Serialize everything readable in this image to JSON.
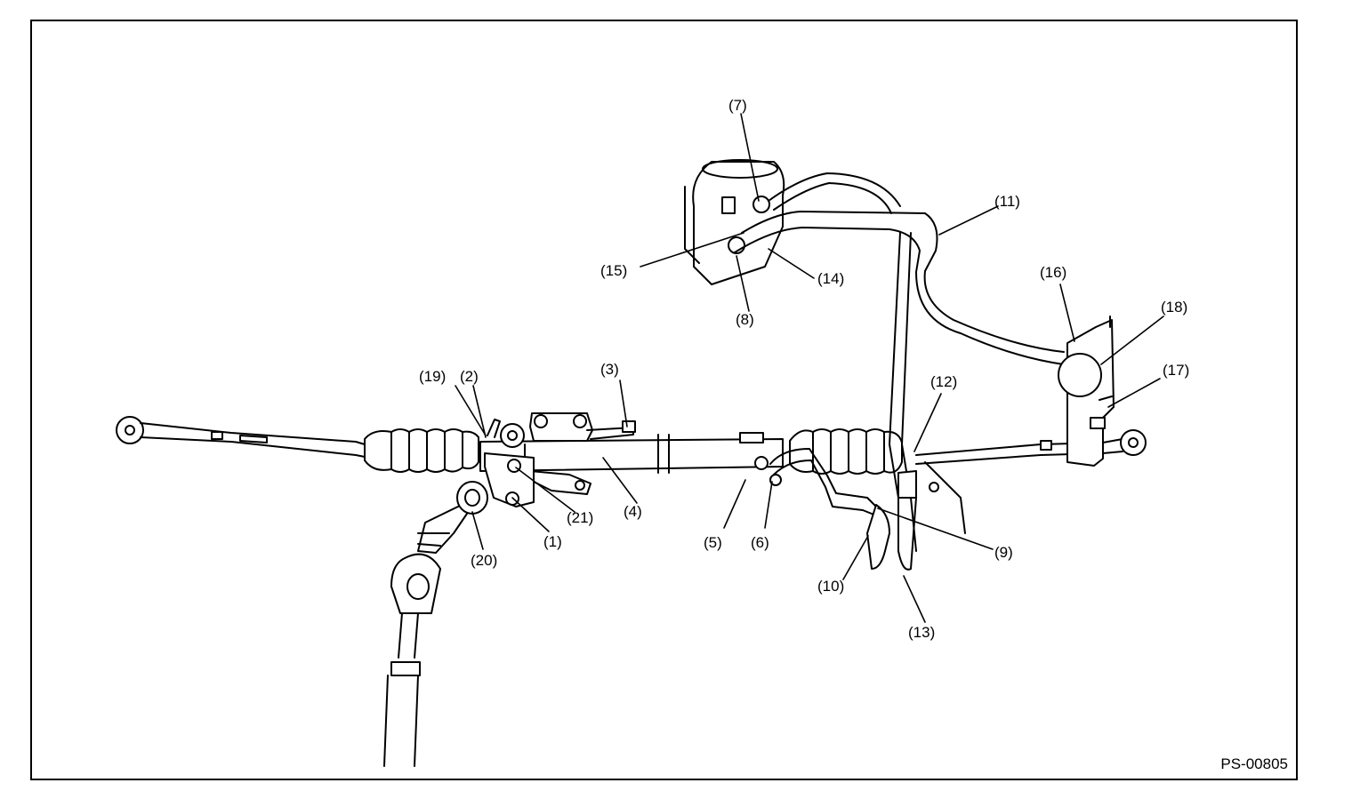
{
  "figure_id": "PS-00805",
  "callouts": [
    {
      "label": "(1)"
    },
    {
      "label": "(2)"
    },
    {
      "label": "(3)"
    },
    {
      "label": "(4)"
    },
    {
      "label": "(5)"
    },
    {
      "label": "(6)"
    },
    {
      "label": "(7)"
    },
    {
      "label": "(8)"
    },
    {
      "label": "(9)"
    },
    {
      "label": "(10)"
    },
    {
      "label": "(11)"
    },
    {
      "label": "(12)"
    },
    {
      "label": "(13)"
    },
    {
      "label": "(14)"
    },
    {
      "label": "(15)"
    },
    {
      "label": "(16)"
    },
    {
      "label": "(17)"
    },
    {
      "label": "(18)"
    },
    {
      "label": "(19)"
    },
    {
      "label": "(20)"
    },
    {
      "label": "(21)"
    }
  ],
  "colors": {
    "line": "#000000",
    "background": "#ffffff"
  }
}
